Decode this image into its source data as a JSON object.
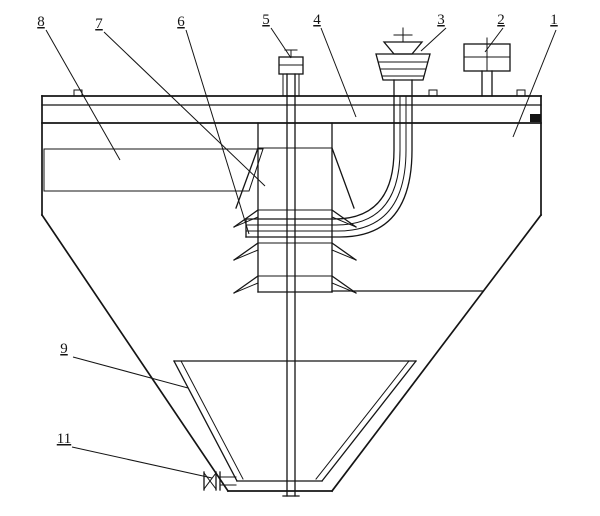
{
  "figure": {
    "background_color": "#ffffff",
    "line_color": "#141414"
  },
  "callouts": [
    {
      "text": "8"
    },
    {
      "text": "7"
    },
    {
      "text": "6"
    },
    {
      "text": "5"
    },
    {
      "text": "4"
    },
    {
      "text": "3"
    },
    {
      "text": "2"
    },
    {
      "text": "1"
    },
    {
      "text": "9"
    },
    {
      "text": "11"
    }
  ]
}
